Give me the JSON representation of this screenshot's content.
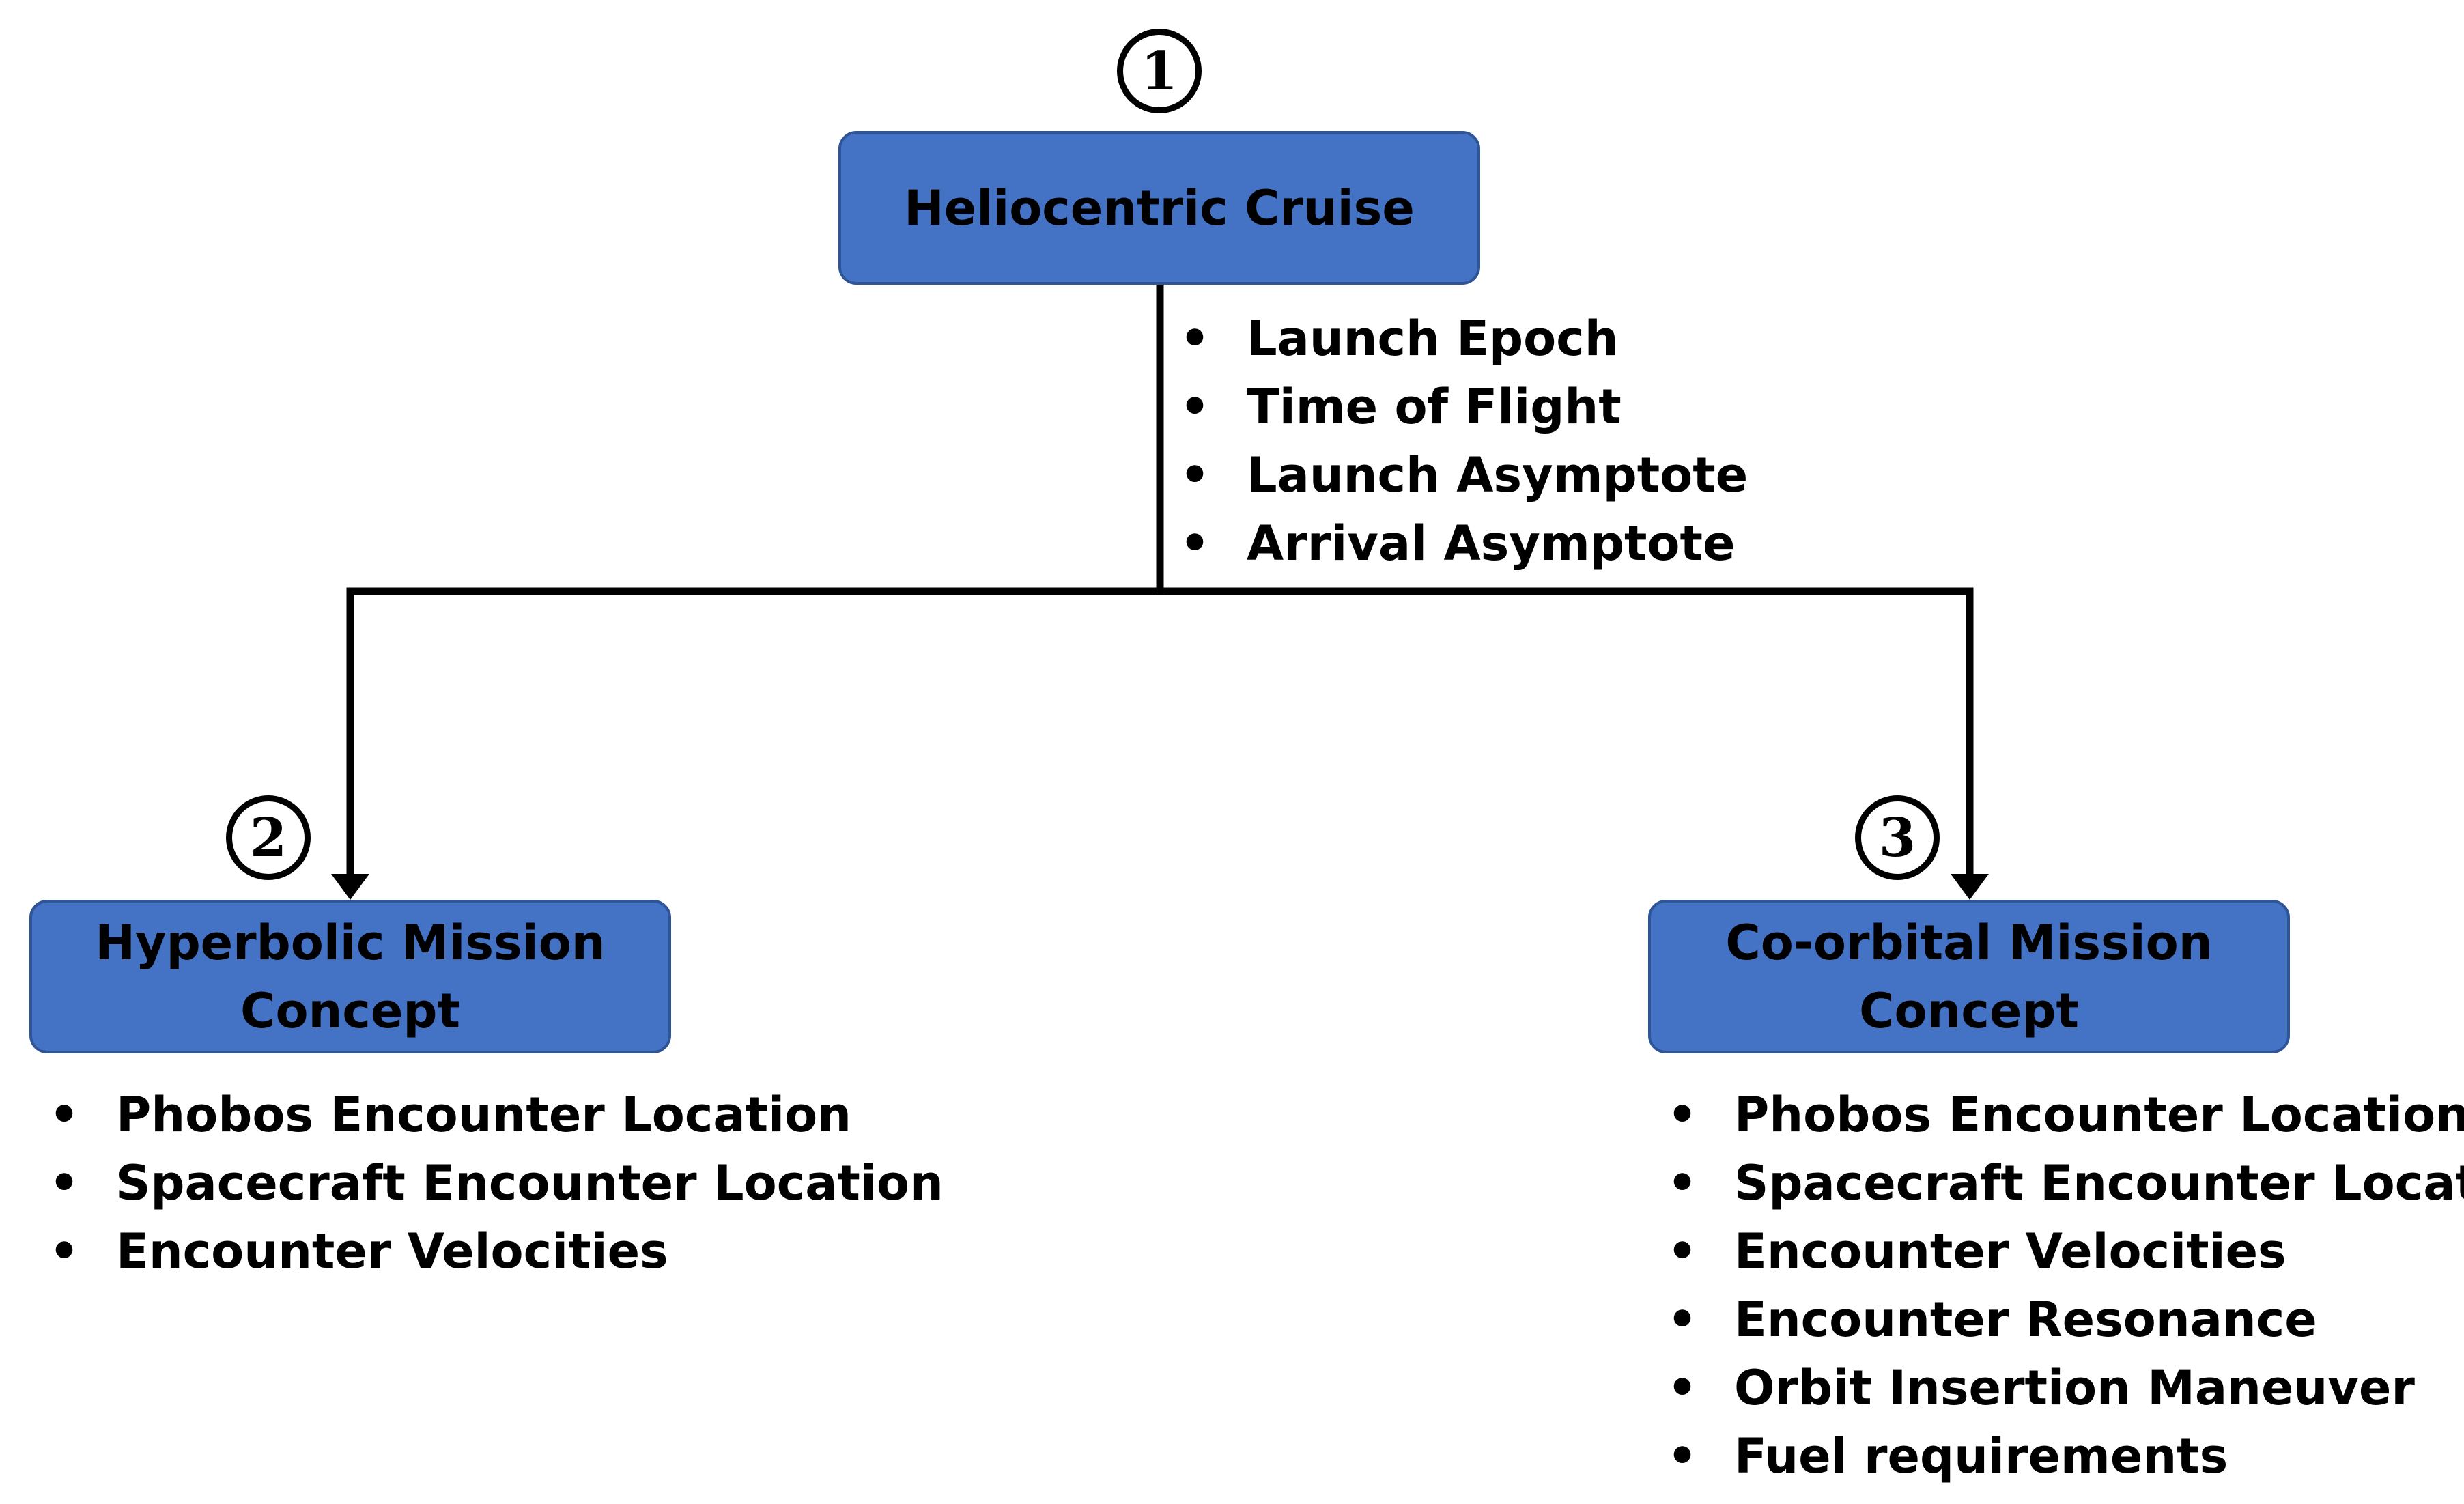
{
  "style": {
    "box_fill": "#4472c4",
    "box_border": "#2f5597",
    "line_color": "#000000",
    "text_color": "#000000"
  },
  "root": {
    "step": "1",
    "title": "Heliocentric Cruise",
    "items": [
      "Launch Epoch",
      "Time of Flight",
      "Launch Asymptote",
      "Arrival Asymptote"
    ]
  },
  "left": {
    "step": "2",
    "title_line1": "Hyperbolic Mission",
    "title_line2": "Concept",
    "items": [
      "Phobos Encounter Location",
      "Spacecraft Encounter Location",
      "Encounter Velocities"
    ]
  },
  "right": {
    "step": "3",
    "title_line1": "Co-orbital Mission",
    "title_line2": "Concept",
    "items": [
      "Phobos Encounter Location",
      "Spacecraft Encounter Location",
      "Encounter Velocities",
      "Encounter Resonance",
      "Orbit Insertion Maneuver",
      "Fuel requirements"
    ]
  },
  "bullet_glyph": "•"
}
